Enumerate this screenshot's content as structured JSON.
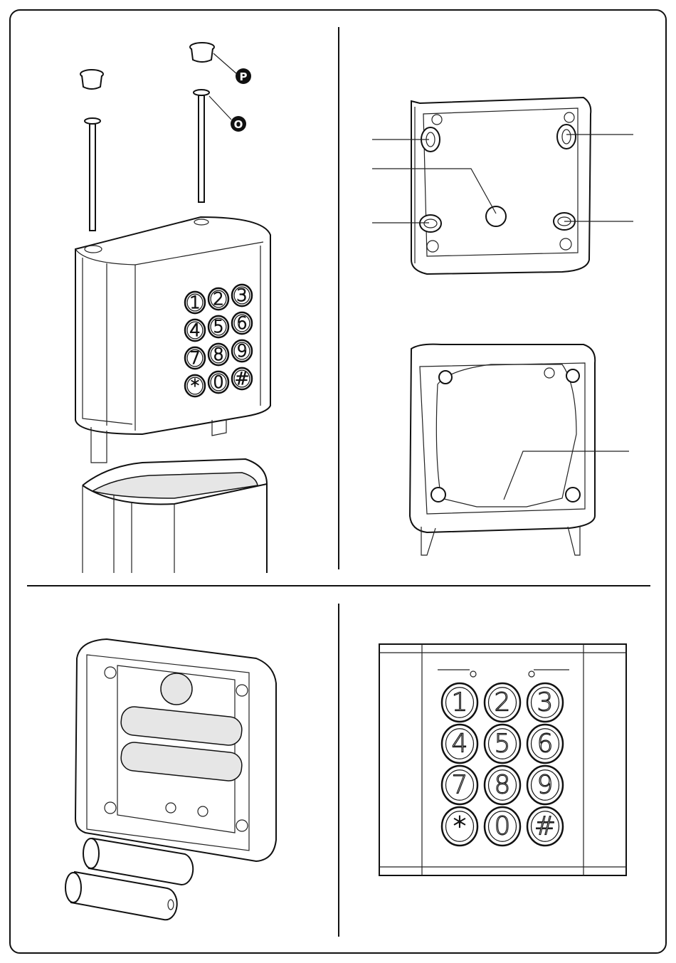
{
  "callouts": {
    "cap_label": "P",
    "screw_label": "O"
  },
  "keypad_keys": [
    "1",
    "2",
    "3",
    "4",
    "5",
    "6",
    "7",
    "8",
    "9",
    "*",
    "0",
    "#"
  ],
  "small_keypad_keys": [
    "1",
    "2",
    "3",
    "4",
    "5",
    "6",
    "7",
    "8",
    "9",
    "*",
    "0",
    "#"
  ],
  "colors": {
    "line": "#111111",
    "background": "#ffffff"
  }
}
